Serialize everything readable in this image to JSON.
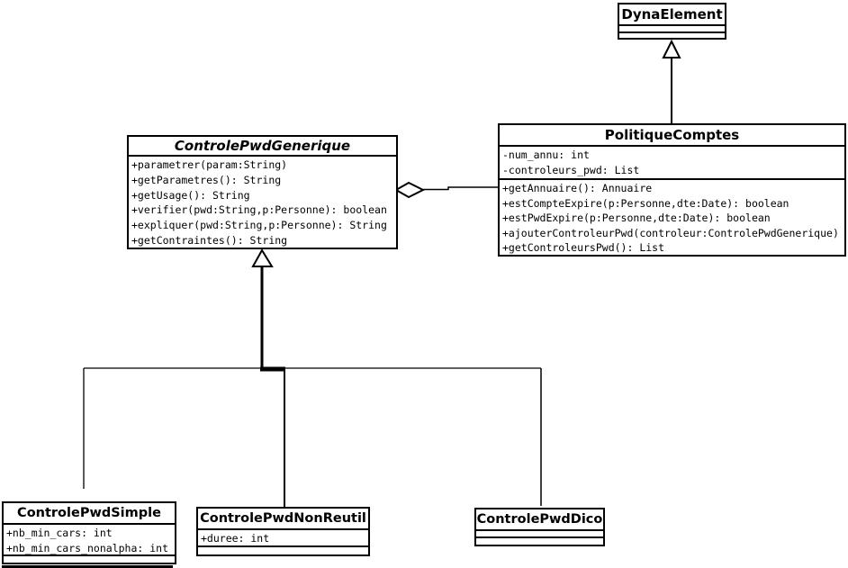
{
  "diagram": {
    "title": "UML class diagram - password control policy",
    "colors": {
      "line": "#000000",
      "background": "#ffffff",
      "box_fill": "#ffffff"
    },
    "classes": {
      "dyna_element": {
        "name": "DynaElement",
        "attributes": [],
        "methods": []
      },
      "politique_comptes": {
        "name": "PolitiqueComptes",
        "attributes": [
          "-num_annu: int",
          "-controleurs_pwd: List"
        ],
        "methods": [
          "+getAnnuaire(): Annuaire",
          "+estCompteExpire(p:Personne,dte:Date): boolean",
          "+estPwdExpire(p:Personne,dte:Date): boolean",
          "+ajouterControleurPwd(controleur:ControlePwdGenerique)",
          "+getControleursPwd(): List"
        ]
      },
      "controle_pwd_generique": {
        "name": "ControlePwdGenerique",
        "abstract": true,
        "attributes": [],
        "methods": [
          "+parametrer(param:String)",
          "+getParametres(): String",
          "+getUsage(): String",
          "+verifier(pwd:String,p:Personne): boolean",
          "+expliquer(pwd:String,p:Personne): String",
          "+getContraintes(): String"
        ]
      },
      "controle_pwd_simple": {
        "name": "ControlePwdSimple",
        "attributes": [
          "+nb_min_cars: int",
          "+nb_min_cars_nonalpha: int"
        ],
        "methods": []
      },
      "controle_pwd_non_reutil": {
        "name": "ControlePwdNonReutil",
        "attributes": [
          "+duree: int"
        ],
        "methods": []
      },
      "controle_pwd_dico": {
        "name": "ControlePwdDico",
        "attributes": [],
        "methods": []
      }
    },
    "relations": {
      "politique_to_dyna": "generalization",
      "generique_to_politique": "aggregation",
      "children_to_generique": "generalization"
    }
  }
}
